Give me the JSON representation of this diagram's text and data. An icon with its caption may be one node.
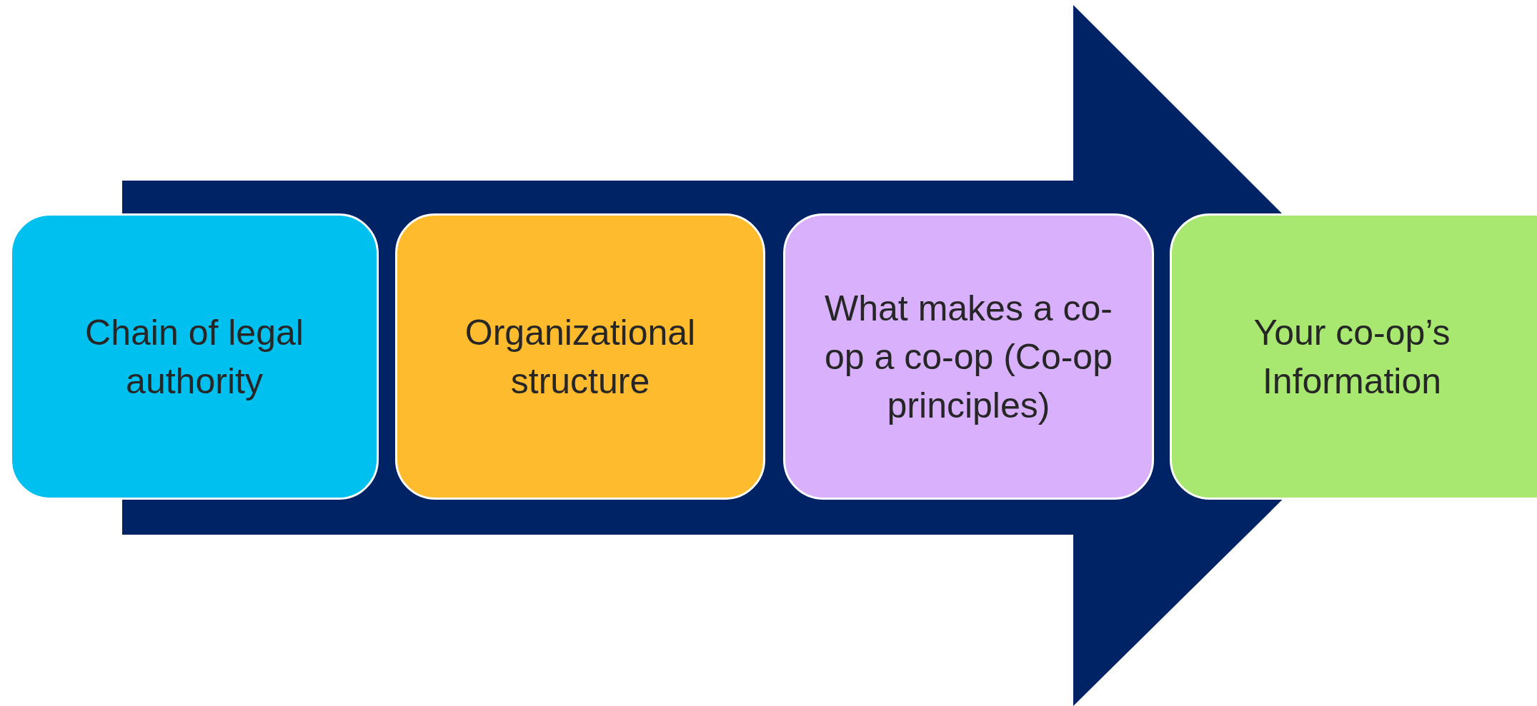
{
  "diagram": {
    "nodes": [
      {
        "text": [
          "Chain of legal authority"
        ]
      },
      {
        "text": [
          "Organizational structure"
        ]
      },
      {
        "text": [
          "What makes a co-op a co-op (Co-op principles)"
        ]
      },
      {
        "text": [
          "Your co-op’s Information"
        ]
      }
    ],
    "edges": [
      {
        "from": 0,
        "to": 3,
        "arrow": "to"
      }
    ]
  }
}
